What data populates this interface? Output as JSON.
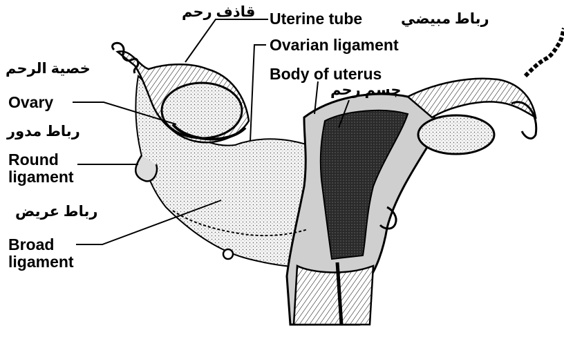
{
  "labels": {
    "fallopian_ar": "قاذف رحم",
    "uterine_tube": "Uterine tube",
    "ovarian_lig_ar": "رباط مبيضي",
    "ovarian_ligament": "Ovarian ligament",
    "ovary_ar": "خصية الرحم",
    "body_of_uterus": "Body of uterus",
    "body_ar": "جسم رحم",
    "ovary": "Ovary",
    "round_ar": "رباط مدور",
    "round_ligament_1": "Round",
    "round_ligament_2": "ligament",
    "broad_ar": "رباط عريض",
    "broad_ligament_1": "Broad",
    "broad_ligament_2": "ligament"
  },
  "colors": {
    "ink": "#000000",
    "background": "#ffffff",
    "tissue_light": "#f2f2f2",
    "tissue_mid": "#bdbdbd",
    "tissue_dark": "#111111"
  }
}
